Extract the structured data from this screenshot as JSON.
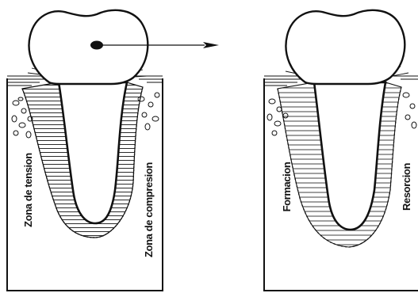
{
  "diagram": {
    "left_panel": {
      "label_left": "Zona de tension",
      "label_right": "Zona de compresion"
    },
    "right_panel": {
      "label_left": "Formacion",
      "label_right": "Resorcion"
    },
    "force_arrow": {
      "direction": "right"
    },
    "colors": {
      "ink": "#111111",
      "paper": "#ffffff"
    }
  }
}
